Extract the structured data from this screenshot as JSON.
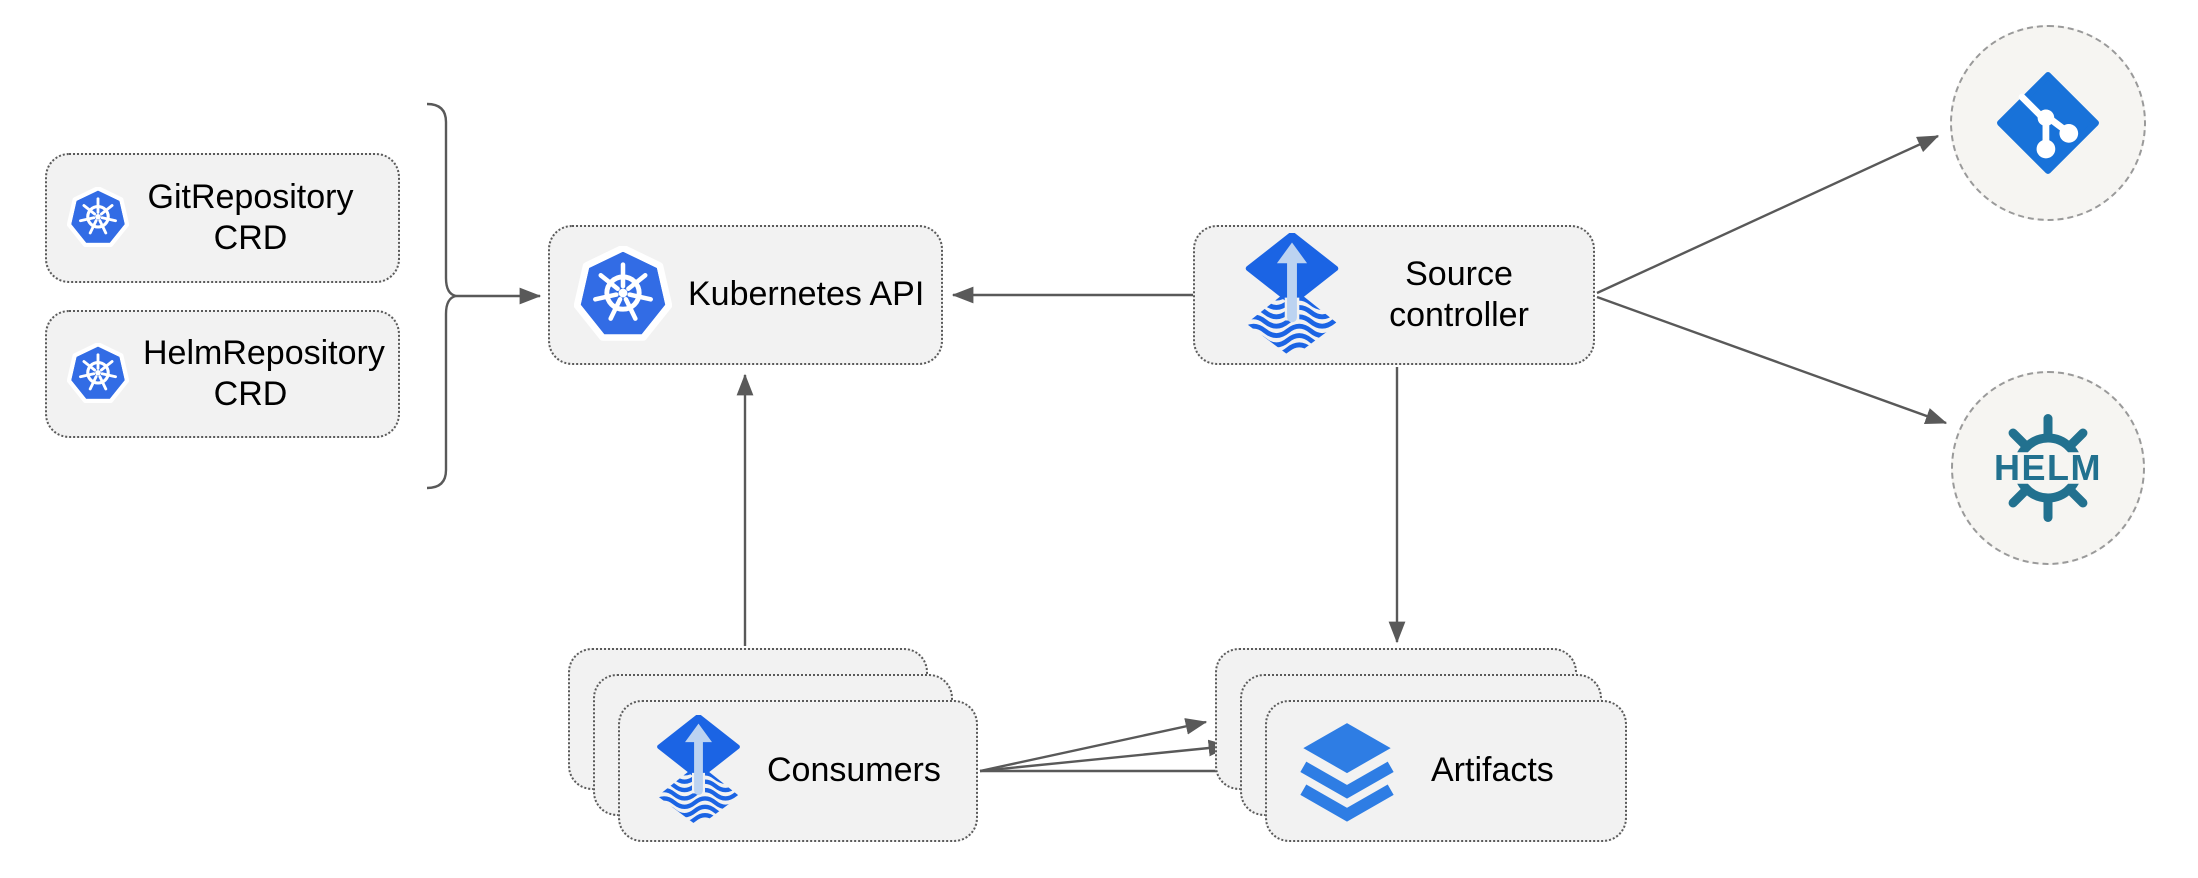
{
  "nodes": {
    "git_crd": {
      "label": "GitRepository CRD",
      "icon": "kubernetes-icon"
    },
    "helm_crd": {
      "label": "HelmRepository CRD",
      "icon": "kubernetes-icon"
    },
    "k8s_api": {
      "label": "Kubernetes API",
      "icon": "kubernetes-icon"
    },
    "source_controller": {
      "label": "Source controller",
      "icon": "flux-icon"
    },
    "consumers": {
      "label": "Consumers",
      "icon": "flux-icon",
      "stack_count": 3
    },
    "artifacts": {
      "label": "Artifacts",
      "icon": "layers-icon",
      "stack_count": 3
    },
    "git_endpoint": {
      "icon": "git-icon"
    },
    "helm_endpoint": {
      "icon": "helm-icon",
      "label": "HELM"
    }
  },
  "edges": [
    {
      "id": "crd-group-to-k8s-api",
      "from": "crd-group",
      "to": "k8s_api"
    },
    {
      "id": "source-to-k8s-api",
      "from": "source_controller",
      "to": "k8s_api"
    },
    {
      "id": "consumers-to-k8s-api",
      "from": "consumers",
      "to": "k8s_api"
    },
    {
      "id": "source-to-artifacts",
      "from": "source_controller",
      "to": "artifacts"
    },
    {
      "id": "source-to-git",
      "from": "source_controller",
      "to": "git_endpoint"
    },
    {
      "id": "source-to-helm",
      "from": "source_controller",
      "to": "helm_endpoint"
    },
    {
      "id": "consumers-to-artifacts-1",
      "from": "consumers",
      "to": "artifacts"
    },
    {
      "id": "consumers-to-artifacts-2",
      "from": "consumers",
      "to": "artifacts"
    },
    {
      "id": "consumers-to-artifacts-3",
      "from": "consumers",
      "to": "artifacts"
    }
  ],
  "colors": {
    "kubernetes_blue": "#326ce5",
    "flux_blue": "#1b64e4",
    "flux_arrow_light": "#bcd3f1",
    "git_blue": "#1872d9",
    "artifact_blue": "#2e7de4",
    "helm_teal": "#22718f",
    "box_fill": "#f2f2f2",
    "circle_fill": "#f6f5f2",
    "connector_gray": "#595959",
    "text_color": "#000000"
  }
}
